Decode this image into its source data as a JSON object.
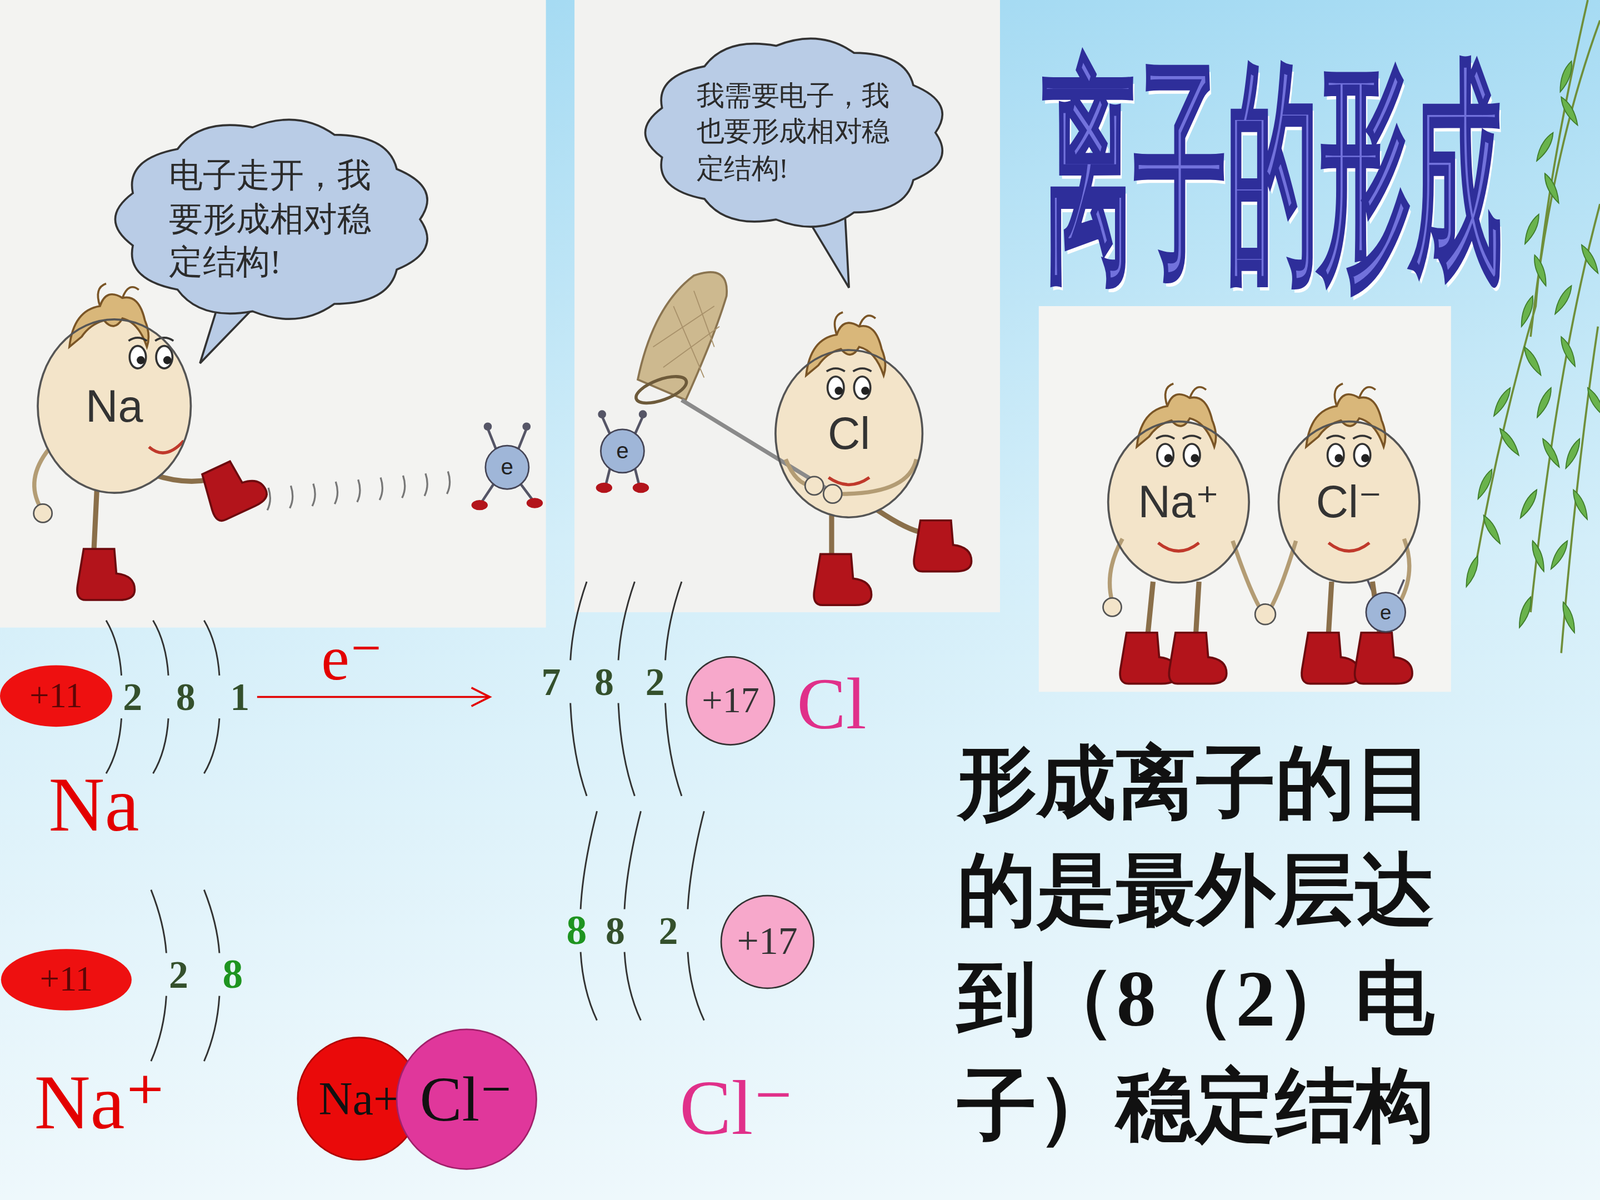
{
  "diagram": {
    "title": "离子的形成",
    "nodes": [
      {
        "text": [
          "电子走开，我要形成相对稳定结构!"
        ]
      },
      {
        "text": [
          "Na"
        ]
      },
      {
        "text": [
          "e"
        ]
      },
      {
        "text": [
          "我需要电子，我也要形成相对稳定结构!"
        ]
      },
      {
        "text": [
          "e"
        ]
      },
      {
        "text": [
          "Cl"
        ]
      },
      {
        "text": [
          "Na⁺"
        ]
      },
      {
        "text": [
          "Cl⁻"
        ]
      },
      {
        "text": [
          "e"
        ]
      },
      {
        "text": [
          "+11"
        ]
      },
      {
        "text": [
          "+17"
        ]
      },
      {
        "text": [
          "+11"
        ]
      },
      {
        "text": [
          "+17"
        ]
      },
      {
        "text": [
          "Na+"
        ]
      },
      {
        "text": [
          "Cl⁻"
        ]
      }
    ],
    "labels": [
      "2",
      "8",
      "1",
      "e⁻",
      "7",
      "8",
      "2",
      "Cl",
      "Na",
      "2",
      "8",
      "8",
      "8",
      "2",
      "Na⁺",
      "Cl⁻",
      "形成离子的目的是最外层达到（8（2）电子）稳定结构"
    ]
  }
}
